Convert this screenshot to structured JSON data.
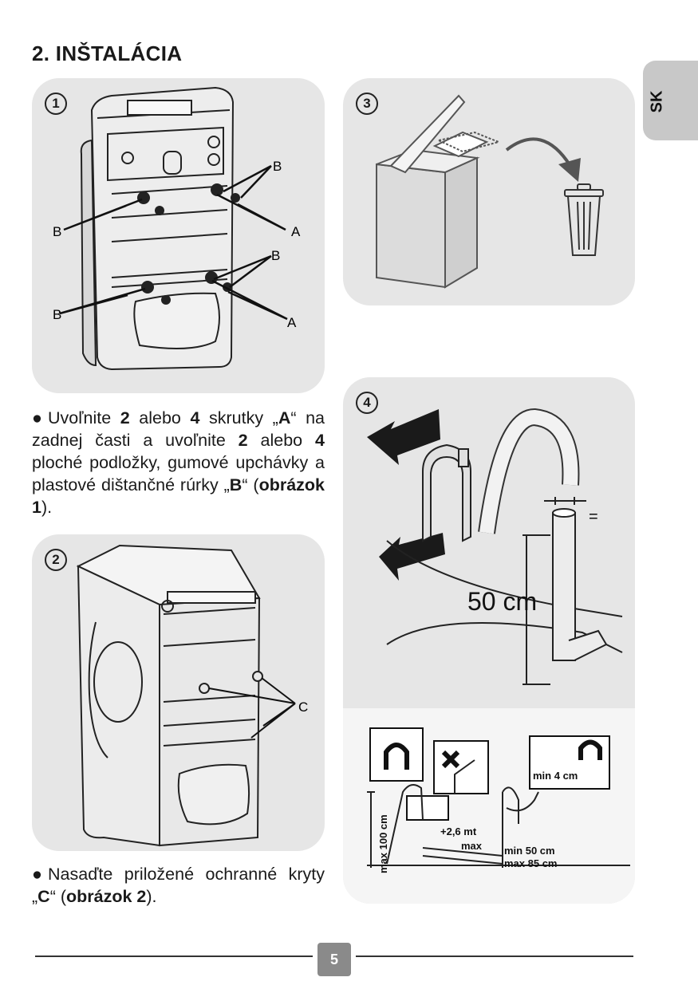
{
  "section_title": "2. INŠTALÁCIA",
  "lang_tab": "SK",
  "figures": {
    "fig1": {
      "number": "1",
      "label_a": "A",
      "label_b": "B"
    },
    "fig2": {
      "number": "2",
      "label_c": "C"
    },
    "fig3": {
      "number": "3"
    },
    "fig4": {
      "number": "4",
      "height_label": "50 cm",
      "equals_sign": "=",
      "min_4cm": "min 4 cm",
      "max_100cm": "max 100 cm",
      "max_26mt": "+2,6 mt",
      "max_word": "max",
      "min_50cm": "min 50 cm",
      "max_85cm": "max 85 cm"
    }
  },
  "text1": {
    "parts": [
      "Uvoľnite ",
      "2",
      " alebo ",
      "4",
      " skrutky „",
      "A",
      "“ na zadnej časti a uvoľnite ",
      "2",
      " alebo ",
      "4",
      " ploché podložky, gumové upchávky a plastové dištančné rúrky „",
      "B",
      "“ (",
      "obrázok 1",
      ")."
    ]
  },
  "text2": {
    "parts": [
      "Nasaďte priložené ochranné kryty „",
      "C",
      "“ (",
      "obrázok 2",
      ")."
    ]
  },
  "page_number": "5"
}
